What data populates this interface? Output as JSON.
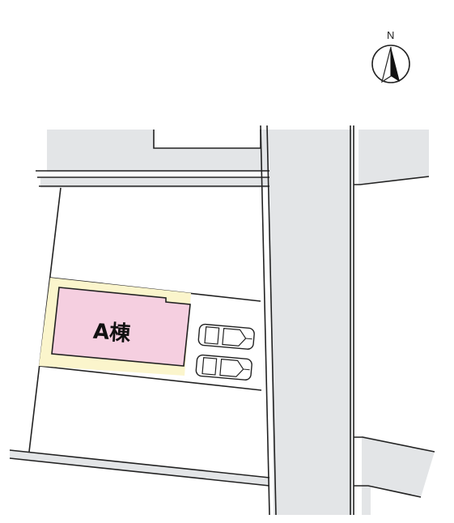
{
  "compass": {
    "label": "N"
  },
  "building": {
    "label": "A棟"
  },
  "colors": {
    "road": "#e3e5e7",
    "building_fill": "#f5cfe0",
    "lot_setback": "#fbf5cc",
    "line": "#222222",
    "background": "#ffffff"
  },
  "parking": {
    "count": 2
  },
  "icons": [
    "north-arrow-icon",
    "car-icon"
  ]
}
